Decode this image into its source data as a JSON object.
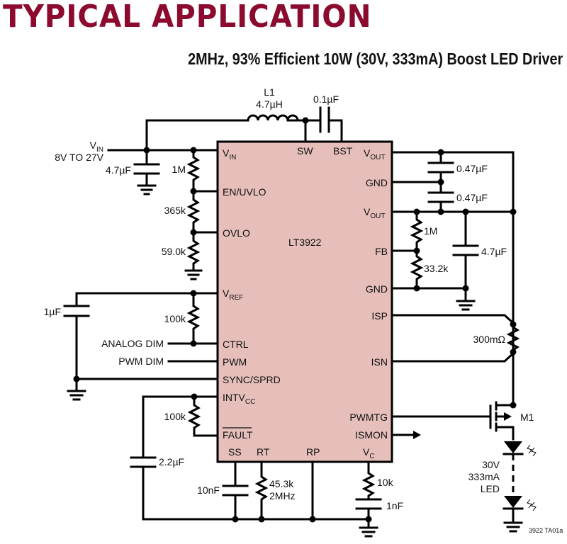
{
  "heading": "TYPICAL APPLICATION",
  "subtitle": "2MHz, 93% Efficient 10W (30V, 333mA) Boost LED Driver",
  "colors": {
    "heading": "#8b0a2e",
    "ic_fill": "#e6bfba",
    "wire": "#000000"
  },
  "ic": {
    "part": "LT3922",
    "pins_left": [
      {
        "main": "V",
        "sub": "IN"
      },
      {
        "main": "EN/UVLO"
      },
      {
        "main": "OVLO"
      },
      {
        "main": "V",
        "sub": "REF"
      },
      {
        "main": "CTRL"
      },
      {
        "main": "PWM"
      },
      {
        "main": "SYNC/SPRD"
      },
      {
        "main": "INTV",
        "sub": "CC"
      },
      {
        "main": "FAULT",
        "overline": true
      }
    ],
    "pins_top": [
      {
        "main": "SW"
      },
      {
        "main": "BST"
      }
    ],
    "pins_right": [
      {
        "main": "V",
        "sub": "OUT"
      },
      {
        "main": "GND"
      },
      {
        "main": "V",
        "sub": "OUT"
      },
      {
        "main": "FB"
      },
      {
        "main": "GND"
      },
      {
        "main": "ISP"
      },
      {
        "main": "ISN"
      },
      {
        "main": "PWMTG"
      },
      {
        "main": "ISMON"
      }
    ],
    "pins_bottom": [
      {
        "main": "SS"
      },
      {
        "main": "RT"
      },
      {
        "main": "RP"
      },
      {
        "main": "V",
        "sub": "C"
      }
    ]
  },
  "input": {
    "name_main": "V",
    "name_sub": "IN",
    "range": "8V TO 27V"
  },
  "components": {
    "inductor": {
      "ref": "L1",
      "value": "4.7µH"
    },
    "c_bst": "0.1µF",
    "c_in": "4.7µF",
    "r_uvlo_top": "1M",
    "r_uvlo_mid": "365k",
    "r_uvlo_bot": "59.0k",
    "c_ref": "1µF",
    "r_ref": "100k",
    "r_fault": "100k",
    "c_intvcc": "2.2µF",
    "c_ss": "10nF",
    "r_rt": "45.3k",
    "rt_freq": "2MHz",
    "r_vc": "10k",
    "c_vc": "1nF",
    "c_out1": "0.47µF",
    "c_out2": "0.47µF",
    "r_fb_top": "1M",
    "r_fb_bot": "33.2k",
    "c_out3": "4.7µF",
    "r_sense": "300mΩ",
    "mosfet": "M1",
    "led_voltage": "30V",
    "led_current": "333mA",
    "led_label": "LED"
  },
  "signals": {
    "analog_dim": "ANALOG DIM",
    "pwm_dim": "PWM DIM"
  },
  "figure_id": "3922 TA01a"
}
